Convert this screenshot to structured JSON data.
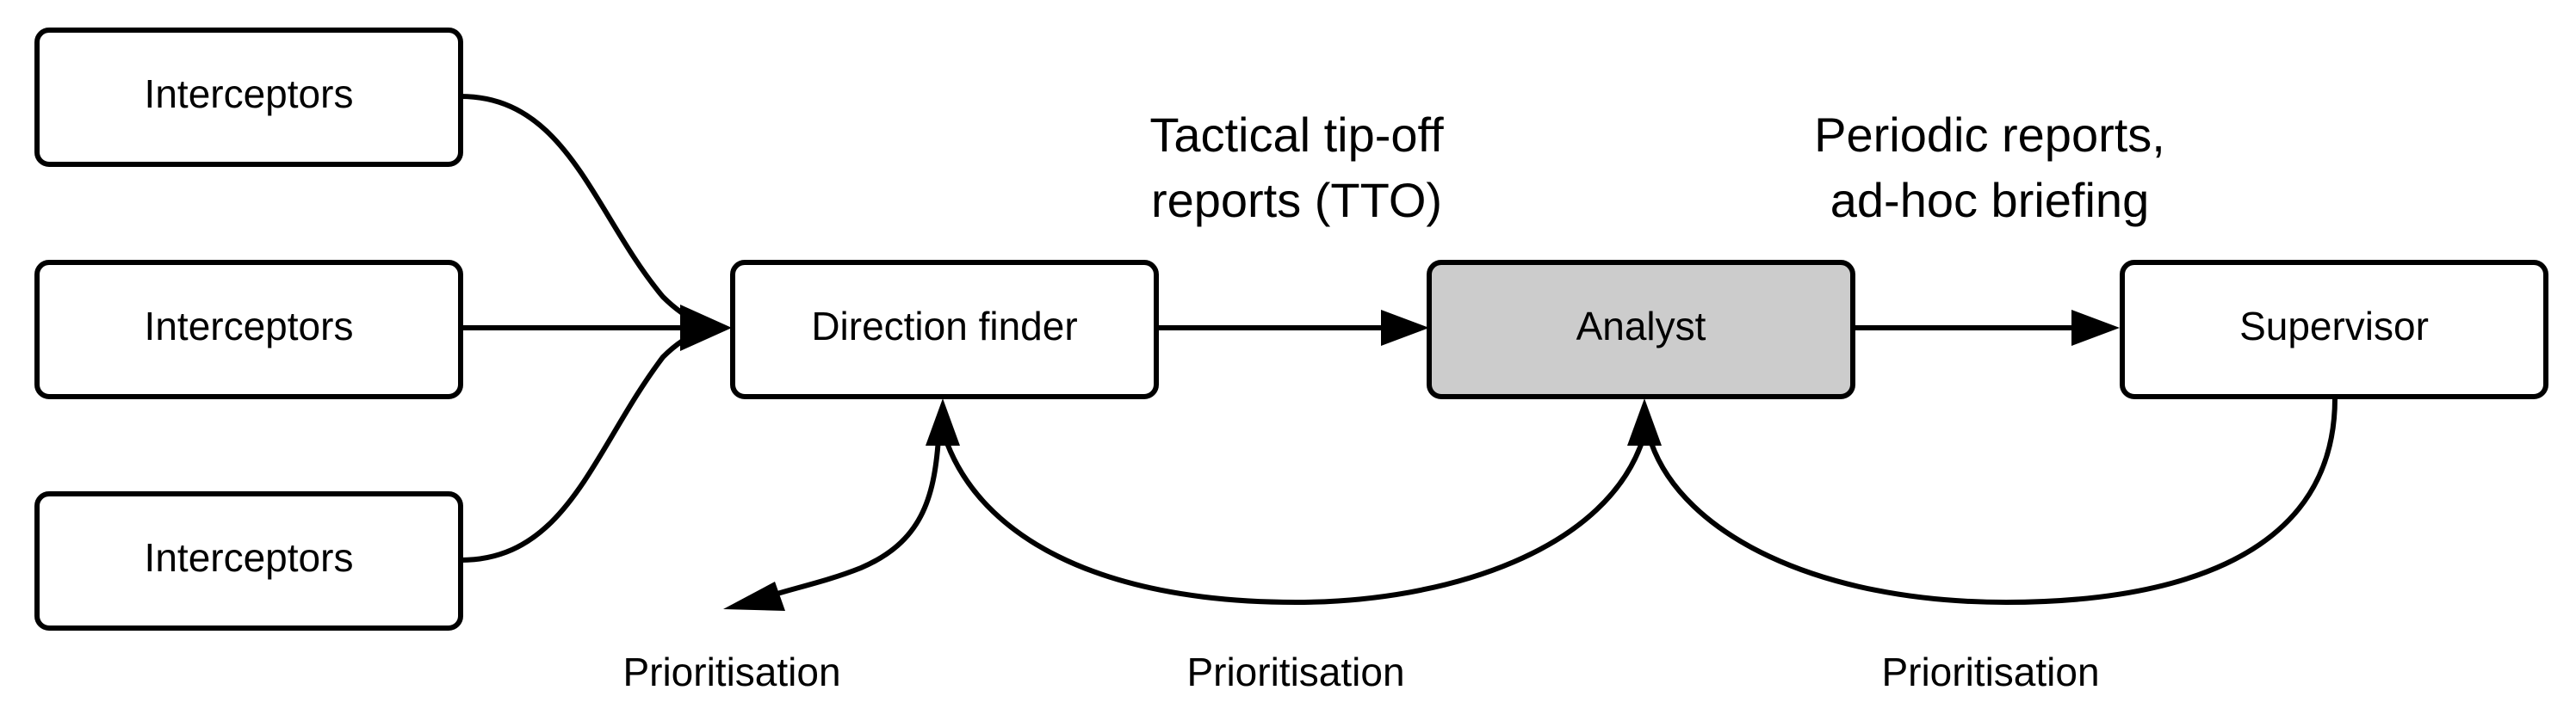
{
  "colors": {
    "stroke": "#000000",
    "box_fill": "#ffffff",
    "highlight_fill": "#cccccc"
  },
  "nodes": {
    "interceptors_1": "Interceptors",
    "interceptors_2": "Interceptors",
    "interceptors_3": "Interceptors",
    "direction_finder": "Direction finder",
    "analyst": "Analyst",
    "supervisor": "Supervisor"
  },
  "edge_labels": {
    "tto_line1": "Tactical tip-off",
    "tto_line2": "reports (TTO)",
    "periodic_line1": "Periodic reports,",
    "periodic_line2": "ad-hoc briefing",
    "prioritisation_1": "Prioritisation",
    "prioritisation_2": "Prioritisation",
    "prioritisation_3": "Prioritisation"
  }
}
